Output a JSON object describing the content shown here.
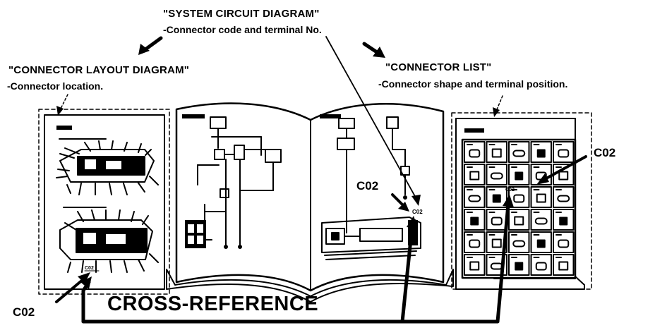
{
  "labels": {
    "system_title": "\"SYSTEM CIRCUIT DIAGRAM\"",
    "system_sub": "-Connector code and terminal No.",
    "layout_title": "\"CONNECTOR  LAYOUT DIAGRAM\"",
    "layout_sub": "-Connector location.",
    "list_title": "\"CONNECTOR LIST\"",
    "list_sub": "-Connector shape and terminal position.",
    "cross_reference": "CROSS-REFERENCE",
    "code_left": "C02",
    "code_book": "C02",
    "code_right": "C02",
    "tag_layout_small": "C02",
    "tag_book_small": "C02",
    "tag_list_small": "C02"
  }
}
